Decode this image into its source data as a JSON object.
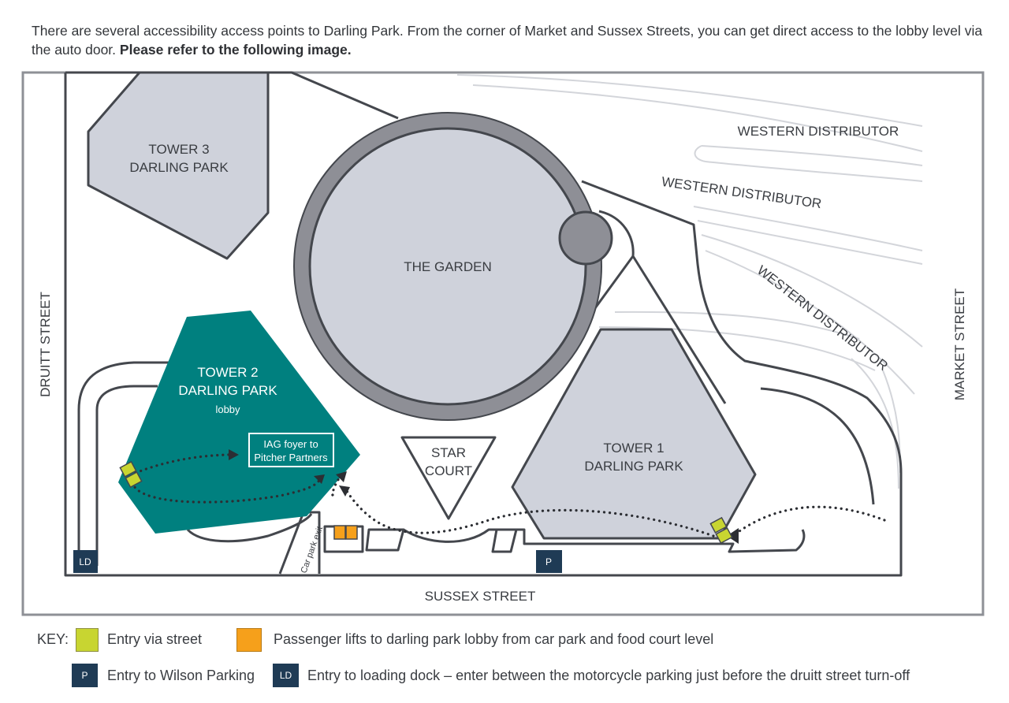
{
  "intro": {
    "text": "There are several accessibility access points to Darling Park. From the corner of Market and Sussex Streets, you can get direct access to the lobby level via the auto door.",
    "bold": "Please refer to the following image."
  },
  "map": {
    "tower3": [
      "TOWER 3",
      "DARLING PARK"
    ],
    "tower2": [
      "TOWER 2",
      "DARLING PARK"
    ],
    "tower2_sub": "lobby",
    "tower1": [
      "TOWER 1",
      "DARLING PARK"
    ],
    "garden": "THE GARDEN",
    "star_court": [
      "STAR",
      "COURT"
    ],
    "iag": [
      "IAG foyer to",
      "Pitcher Partners"
    ],
    "western_distributor": "WESTERN DISTRIBUTOR",
    "druitt_street": "DRUITT STREET",
    "market_street": "MARKET STREET",
    "sussex_street": "SUSSEX STREET",
    "car_park_exit": "Car park exit",
    "ld": "LD",
    "p": "P"
  },
  "key": {
    "title": "KEY:",
    "entry_street": "Entry via street",
    "lifts": "Passenger lifts to darling park lobby from car park and food court level",
    "p_badge": "P",
    "wilson": "Entry to Wilson Parking",
    "ld_badge": "LD",
    "loading_dock": "Entry to loading dock – enter between the motorcycle parking just before the druitt street turn-off"
  },
  "colors": {
    "building": "#cfd2db",
    "tower2": "#00807f",
    "ring": "#8e8f96",
    "outline": "#44474d",
    "entry": "#c8d531",
    "lift": "#f6a01b",
    "badge": "#1f3b55"
  }
}
